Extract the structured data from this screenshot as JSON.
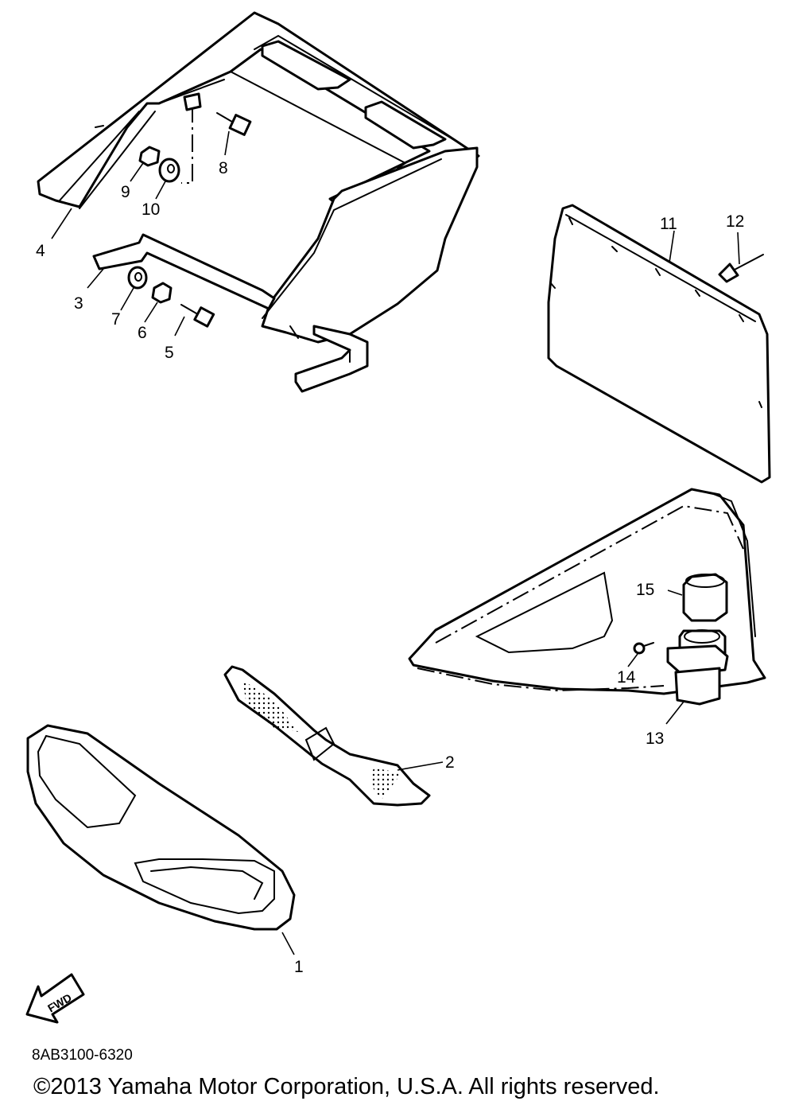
{
  "callouts": [
    {
      "id": "1",
      "label": "1"
    },
    {
      "id": "2",
      "label": "2"
    },
    {
      "id": "3",
      "label": "3"
    },
    {
      "id": "4",
      "label": "4"
    },
    {
      "id": "5",
      "label": "5"
    },
    {
      "id": "6",
      "label": "6"
    },
    {
      "id": "7",
      "label": "7"
    },
    {
      "id": "8",
      "label": "8"
    },
    {
      "id": "9",
      "label": "9"
    },
    {
      "id": "10",
      "label": "10"
    },
    {
      "id": "11",
      "label": "11"
    },
    {
      "id": "12",
      "label": "12"
    },
    {
      "id": "13",
      "label": "13"
    },
    {
      "id": "14",
      "label": "14"
    },
    {
      "id": "15",
      "label": "15"
    }
  ],
  "fwd_arrow": {
    "label": "FWD"
  },
  "diagram_code": "8AB3100-6320",
  "copyright": "©2013 Yamaha Motor Corporation, U.S.A. All rights reserved."
}
